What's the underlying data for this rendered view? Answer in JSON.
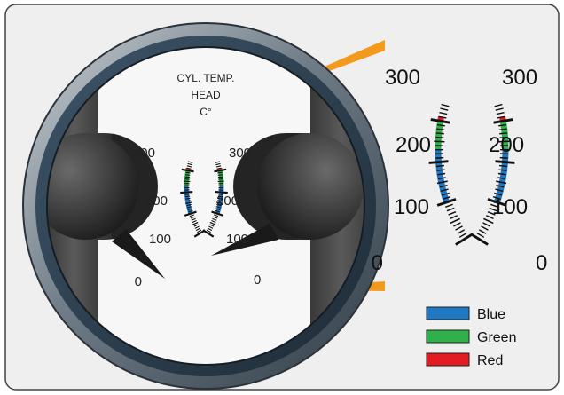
{
  "gauge": {
    "title_line1": "CYL. TEMP.",
    "title_line2": "HEAD",
    "unit": "C°",
    "left_scale_labels": [
      "0",
      "100",
      "200",
      "300"
    ],
    "right_scale_labels": [
      "0",
      "100",
      "200",
      "300"
    ]
  },
  "zoom": {
    "left_scale_labels": [
      "0",
      "100",
      "200",
      "300"
    ],
    "right_scale_labels": [
      "0",
      "100",
      "200",
      "300"
    ]
  },
  "bands": {
    "blue": {
      "from": 100,
      "to": 230
    },
    "green": {
      "from": 230,
      "to": 300
    },
    "red": {
      "from": 300,
      "to": 310
    }
  },
  "legend": [
    {
      "label": "Blue",
      "color": "#1f78c1"
    },
    {
      "label": "Green",
      "color": "#2fb04a"
    },
    {
      "label": "Red",
      "color": "#e31b23"
    }
  ],
  "colors": {
    "panel": "#efefef",
    "bezel": "#3c4f5e",
    "callout": "#f39a1e"
  }
}
